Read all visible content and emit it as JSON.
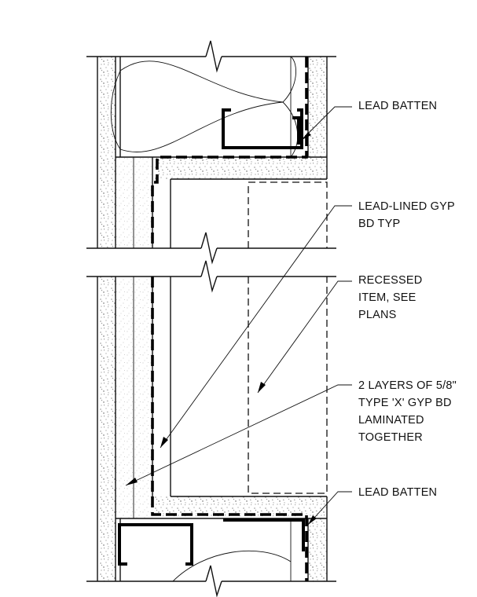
{
  "labels": {
    "lead_batten_top": [
      "LEAD BATTEN"
    ],
    "lead_lined_gyp": [
      "LEAD-LINED GYP",
      "BD TYP"
    ],
    "recessed_item": [
      "RECESSED",
      "ITEM, SEE",
      "PLANS"
    ],
    "gyp_layers": [
      "2 LAYERS OF 5/8\"",
      "TYPE 'X' GYP BD",
      "LAMINATED",
      "TOGETHER"
    ],
    "lead_batten_bottom": [
      "LEAD BATTEN"
    ]
  }
}
